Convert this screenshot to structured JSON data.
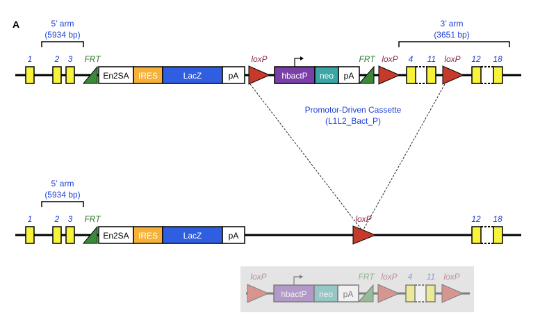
{
  "panel_label": "A",
  "top": {
    "five_arm_title": "5’ arm",
    "five_arm_size": "(5934 bp)",
    "three_arm_title": "3’ arm",
    "three_arm_size": "(3651 bp)",
    "exon_labels": [
      "1",
      "2",
      "3",
      "4",
      "11",
      "12",
      "18"
    ],
    "frt_label": "FRT",
    "loxp_label": "loxP",
    "cassette": {
      "en2sa": "En2SA",
      "ires": "IRES",
      "lacz": "LacZ",
      "pa": "pA",
      "hbactp": "hbactP",
      "neo": "neo"
    }
  },
  "middle": {
    "title": "Promotor-Driven Cassette",
    "subtitle": "(L1L2_Bact_P)"
  },
  "bottom": {
    "five_arm_title": "5’ arm",
    "five_arm_size": "(5934 bp)",
    "exon_labels": [
      "1",
      "2",
      "3",
      "12",
      "18"
    ],
    "frt_label": "FRT",
    "loxp_label": "loxP",
    "cassette": {
      "en2sa": "En2SA",
      "ires": "IRES",
      "lacz": "LacZ",
      "pa": "pA"
    }
  },
  "excised": {
    "loxp_label": "loxP",
    "frt_label": "FRT",
    "exon_labels": [
      "4",
      "11"
    ],
    "cassette": {
      "hbactp": "hbactP",
      "neo": "neo",
      "pa": "pA"
    }
  },
  "colors": {
    "exon": "#f7f23a",
    "frt": "#3a8a3a",
    "loxp": "#c63a2a",
    "ires": "#f6b13a",
    "lacz": "#2f5ee0",
    "hbactp": "#7a3fa8",
    "neo": "#3aa6a6",
    "label_blue": "#1c3fd6",
    "loxp_text": "#8b2a46",
    "frt_text": "#2e7a2e"
  }
}
